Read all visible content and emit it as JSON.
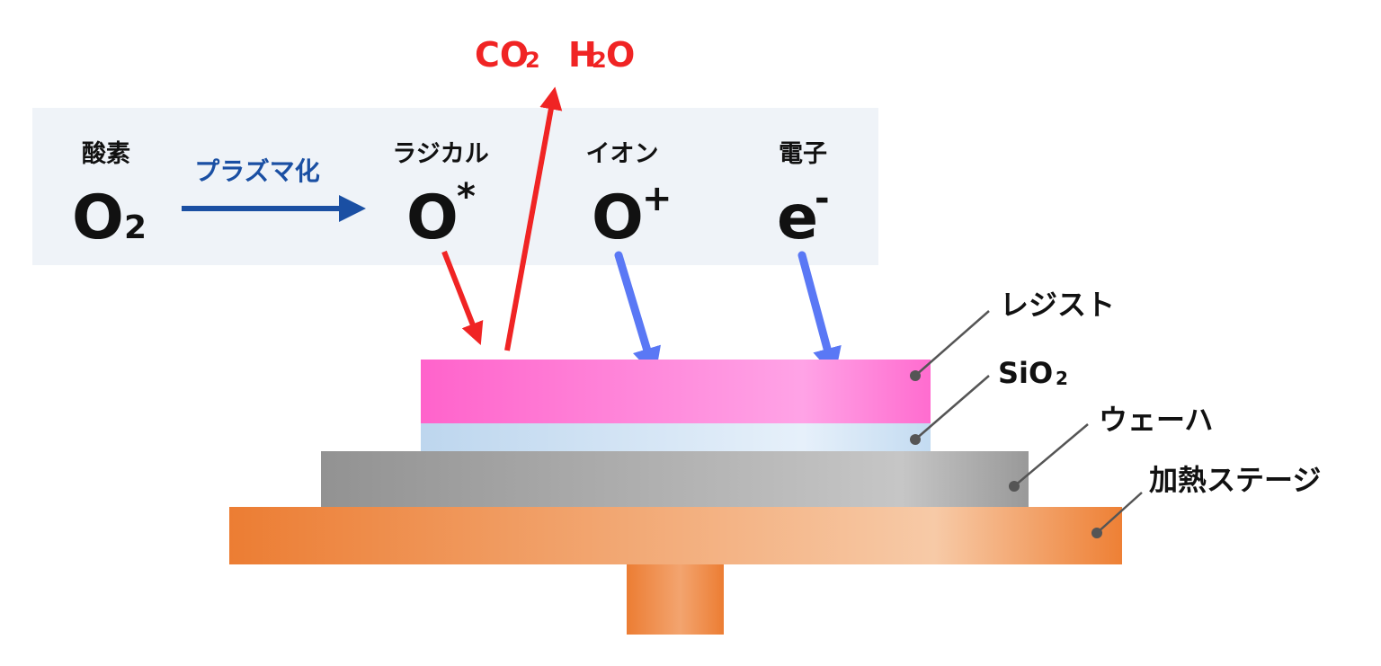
{
  "panel": {
    "oxygen": {
      "label": "酸素",
      "symbol": "O",
      "subscript": "2"
    },
    "process_label": "プラズマ化",
    "radical": {
      "label": "ラジカル",
      "symbol": "O",
      "superscript": "*"
    },
    "ion": {
      "label": "イオン",
      "symbol": "O",
      "superscript": "+"
    },
    "electron": {
      "label": "電子",
      "symbol": "e",
      "superscript": "-"
    }
  },
  "products": {
    "co2": {
      "base": "CO",
      "subscript": "2"
    },
    "h2o": {
      "base": "H",
      "subscript": "2",
      "tail": "O"
    }
  },
  "layers": {
    "resist": "レジスト",
    "sio2": {
      "base": "SiO",
      "subscript": "2"
    },
    "wafer": "ウェーハ",
    "stage": "加熱ステージ"
  },
  "colors": {
    "panel_bg": "#eff3f8",
    "reaction_arrow": "#f02424",
    "particle_arrow": "#5a78f5",
    "process_arrow": "#1a4fa3",
    "resist": "#ff66cc",
    "sio2": "#c5dcf0",
    "wafer": "#9a9a9a",
    "stage": "#ee8035",
    "leader": "#555555"
  }
}
